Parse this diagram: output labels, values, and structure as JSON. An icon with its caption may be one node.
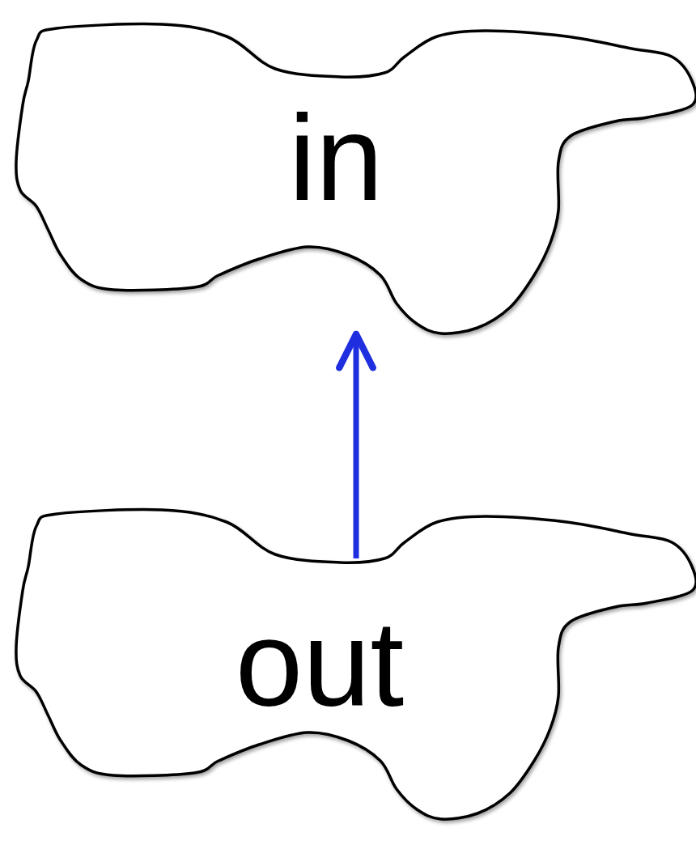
{
  "diagram": {
    "nodes": [
      {
        "text": [
          "in"
        ]
      },
      {
        "text": [
          "out"
        ]
      }
    ],
    "edges": [
      {
        "from": 1,
        "to": 0,
        "arrow": "to",
        "color": "#1f2fe0"
      }
    ]
  }
}
